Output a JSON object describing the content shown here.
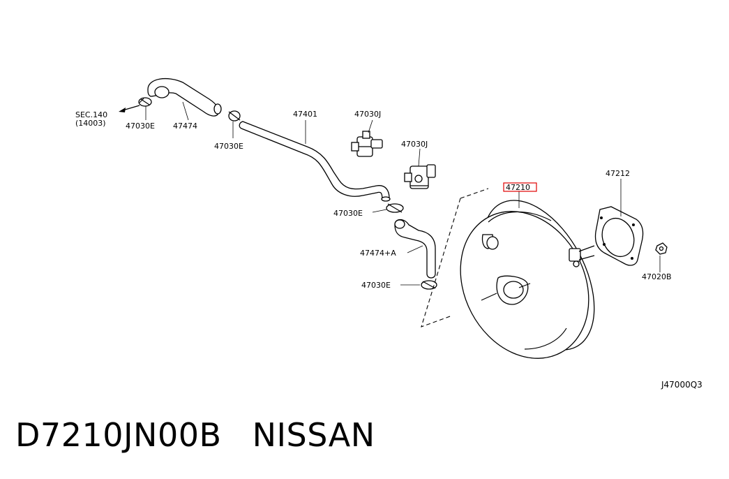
{
  "labels": {
    "sec": "SEC.140",
    "sec_sub": "(14003)",
    "l47030e_a": "47030E",
    "l47474": "47474",
    "l47030e_b": "47030E",
    "l47401": "47401",
    "l47030j_a": "47030J",
    "l47030j_b": "47030J",
    "l47030e_c": "47030E",
    "l47474a": "47474+A",
    "l47030e_d": "47030E",
    "l47210": "47210",
    "l47212": "47212",
    "l47020b": "47020B",
    "diagram_code": "J47000Q3"
  },
  "caption": {
    "part_number": "D7210JN00B",
    "brand": "NISSAN"
  },
  "colors": {
    "highlight": "#e00000",
    "line": "#000000"
  }
}
